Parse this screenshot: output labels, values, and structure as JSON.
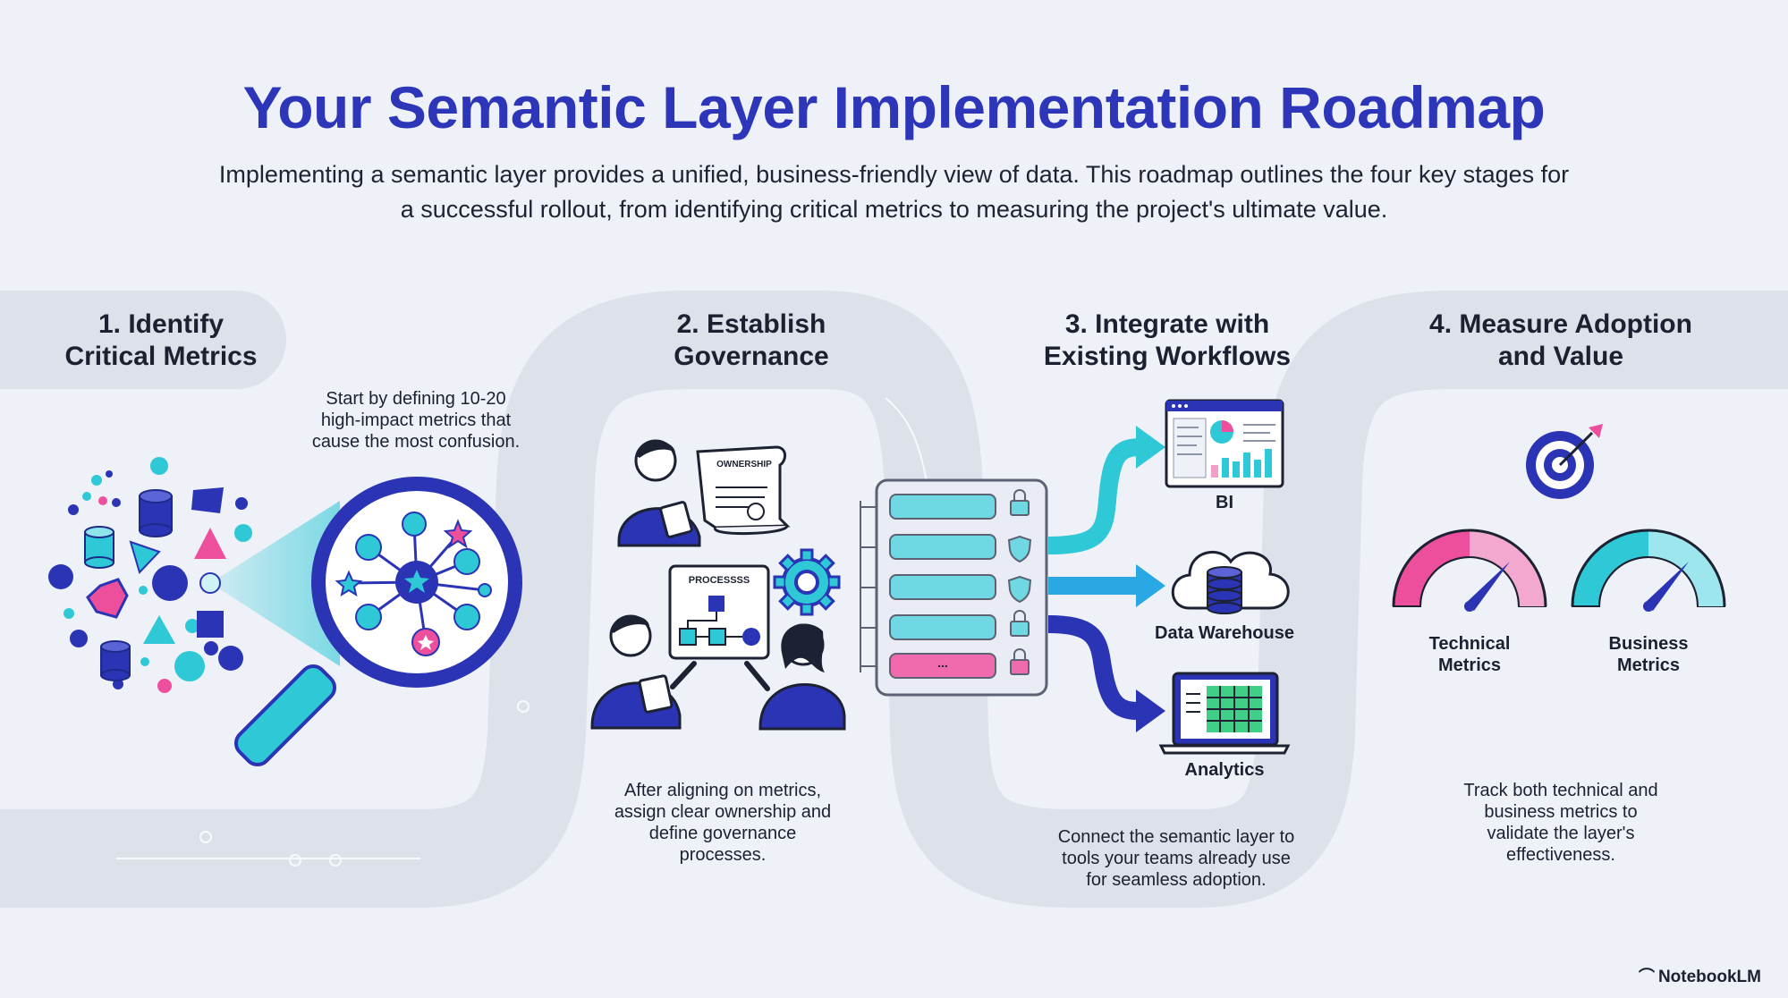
{
  "title": "Your Semantic Layer Implementation Roadmap",
  "intro": "Implementing a semantic layer provides a unified, business-friendly view of data. This roadmap outlines the four key stages for a successful rollout, from identifying critical metrics to measuring the project's ultimate value.",
  "steps": [
    {
      "title": "1. Identify\nCritical Metrics",
      "description": "Start by defining 10-20\nhigh-impact metrics that\ncause the most confusion."
    },
    {
      "title": "2. Establish\nGovernance",
      "description": "After aligning on metrics,\nassign clear ownership and\ndefine governance\nprocesses."
    },
    {
      "title": "3. Integrate with\nExisting Workflows",
      "description": "Connect the semantic layer to\ntools your teams already use\nfor seamless adoption."
    },
    {
      "title": "4. Measure Adoption\nand Value",
      "description": "Track both technical and\nbusiness metrics to\nvalidate the layer's\neffectiveness."
    }
  ],
  "illustrations": {
    "ownership_doc": "OWNERSHIP",
    "processes_board": "PROCESSSS",
    "hub_dots": "...",
    "tools": [
      "BI",
      "Data Warehouse",
      "Analytics"
    ],
    "gauges": [
      "Technical\nMetrics",
      "Business\nMetrics"
    ]
  },
  "brand": "NotebookLM",
  "colors": {
    "title": "#2d36b8",
    "navy": "#2a34b5",
    "teal": "#2ec8d6",
    "pink": "#ee4f9c",
    "path": "#d9dee8"
  }
}
